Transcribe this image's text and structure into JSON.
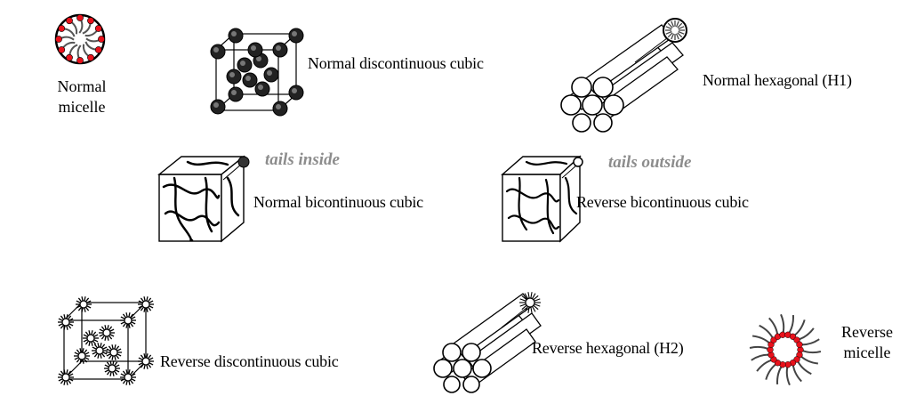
{
  "labels": {
    "normal_micelle": [
      "Normal",
      "micelle"
    ],
    "normal_discontinuous_cubic": "Normal discontinuous cubic",
    "normal_hexagonal": "Normal hexagonal (H1)",
    "tails_inside": "tails inside",
    "tails_outside": "tails outside",
    "normal_bicontinuous_cubic": "Normal bicontinuous cubic",
    "reverse_bicontinuous_cubic": "Reverse bicontinuous cubic",
    "reverse_discontinuous_cubic": "Reverse discontinuous cubic",
    "reverse_hexagonal": "Reverse hexagonal (H2)",
    "reverse_micelle": [
      "Reverse",
      "micelle"
    ]
  },
  "colors": {
    "headgroup": "#e8111b",
    "note_text": "#8c8c8c",
    "ink": "#000000"
  }
}
